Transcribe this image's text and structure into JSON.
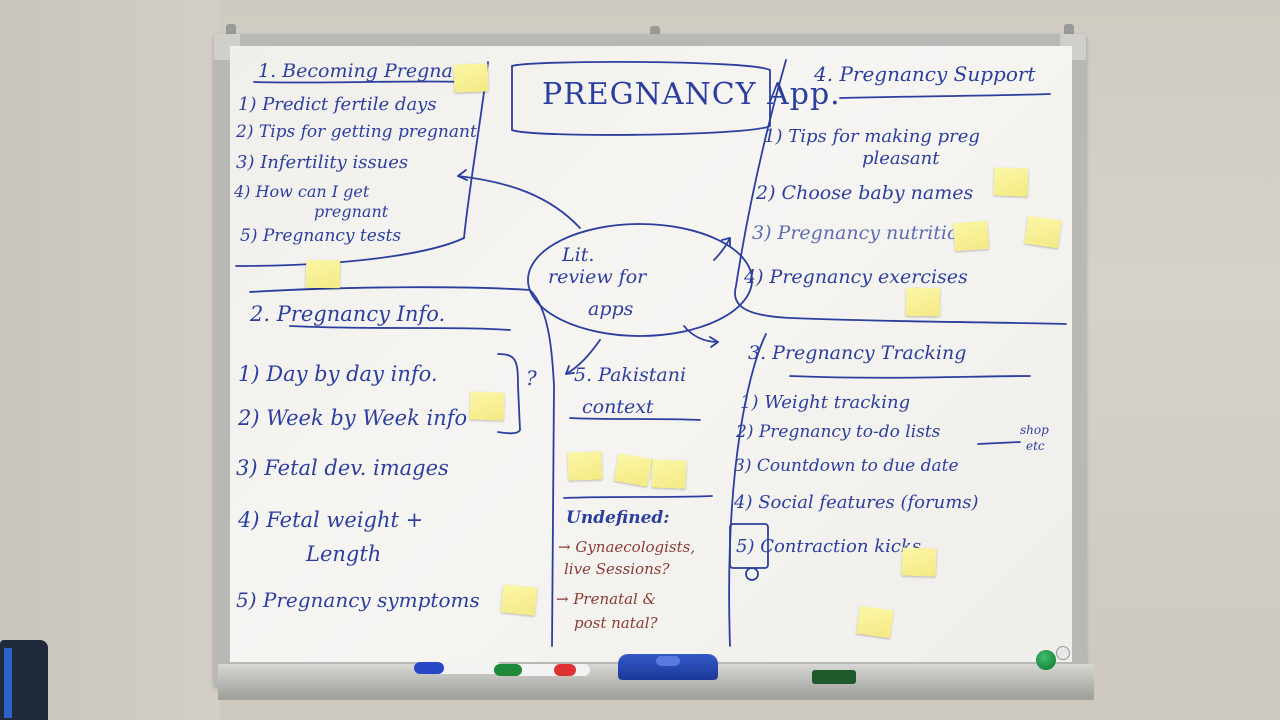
{
  "board": {
    "title": "PREGNANCY App.",
    "center": {
      "line1": "Lit.",
      "line2": "review for",
      "line3": "apps"
    },
    "sections": {
      "becoming": {
        "heading": "1. Becoming Pregnant",
        "items": [
          "1) Predict fertile days",
          "2) Tips for getting pregnant",
          "3) Infertility issues",
          "4) How can I get",
          "pregnant",
          "5) Pregnancy tests"
        ]
      },
      "info": {
        "heading": "2. Pregnancy Info.",
        "items": [
          "1) Day by day info.",
          "2) Week by Week info",
          "3) Fetal dev. images",
          "4) Fetal weight +",
          "Length",
          "5) Pregnancy symptoms"
        ],
        "bracket_note": "?"
      },
      "support": {
        "heading": "4. Pregnancy Support",
        "items": [
          "1) Tips for making preg",
          "pleasant",
          "2) Choose baby names",
          "3) Pregnancy nutrition",
          "4) Pregnancy exercises"
        ]
      },
      "tracking": {
        "heading": "3. Pregnancy Tracking",
        "items": [
          "1) Weight tracking",
          "2) Pregnancy to-do lists",
          "3) Countdown to due date",
          "4) Social features (forums)",
          "5) Contraction kicks"
        ],
        "side_note": {
          "line1": "shop",
          "line2": "etc"
        }
      },
      "pakistani": {
        "line1": "5. Pakistani",
        "line2": "context"
      },
      "undefined": {
        "heading": "Undefined:",
        "items": [
          "→ Gynaecologists,",
          "live Sessions?",
          "→ Prenatal &",
          "post natal?"
        ]
      }
    }
  },
  "colors": {
    "ink_blue": "#2c3f9e",
    "ink_red": "#8a3b36",
    "sticky_yellow": "#f6ee8c",
    "board_white": "#f3f2ee",
    "frame_gray": "#b8b8b4",
    "wall": "#d3cfc7",
    "marker_blue": "#2848c8",
    "marker_green": "#1f8a3a",
    "eraser_blue": "#233fa8"
  },
  "objects": [
    "blue-marker",
    "green-marker",
    "eraser",
    "green-magnet",
    "white-magnet",
    "sticky-notes"
  ]
}
